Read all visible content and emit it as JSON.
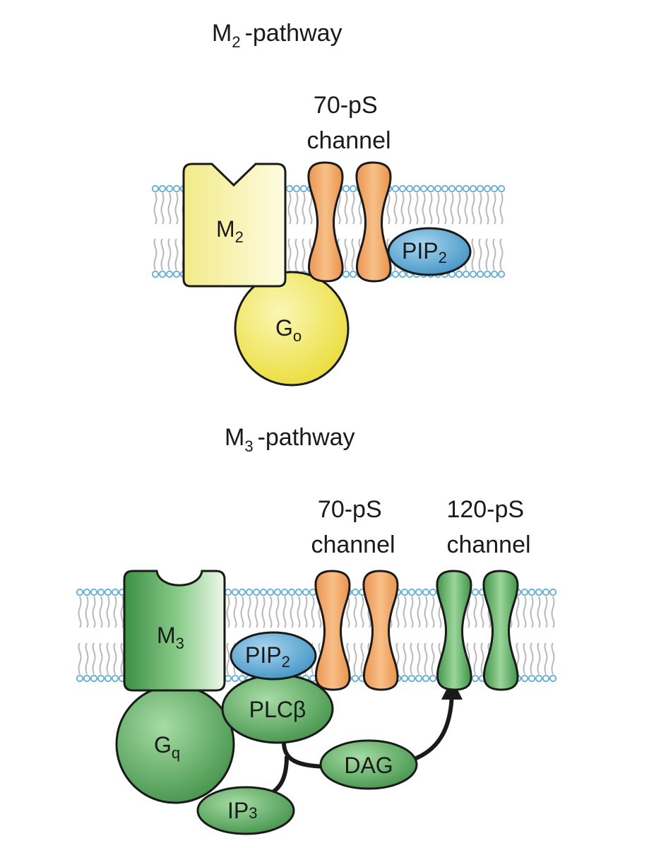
{
  "m2_pathway": {
    "title_main": "M",
    "title_sub": "2",
    "title_rest": "-pathway",
    "channel_line1": "70-pS",
    "channel_line2": "channel",
    "receptor_main": "M",
    "receptor_sub": "2",
    "g_protein_main": "G",
    "g_protein_sub": "o",
    "pip_main": "PIP",
    "pip_sub": "2"
  },
  "m3_pathway": {
    "title_main": "M",
    "title_sub": "3",
    "title_rest": "-pathway",
    "channel70_line1": "70-pS",
    "channel70_line2": "channel",
    "channel120_line1": "120-pS",
    "channel120_line2": "channel",
    "receptor_main": "M",
    "receptor_sub": "3",
    "pip_main": "PIP",
    "pip_sub": "2",
    "plc": "PLCβ",
    "g_protein_main": "G",
    "g_protein_sub": "q",
    "dag": "DAG",
    "ip3_main": "IP",
    "ip3_sub": "3"
  },
  "colors": {
    "membrane_head": "#6fb2d6",
    "membrane_tail": "#b8b8b8",
    "m2_yellow": "#f5f0a0",
    "go_yellow": "#f3ea5a",
    "channel_orange": "#f2a964",
    "pip_blue": "#4fa3cf",
    "green_dark": "#4f9e57",
    "green_light": "#8ccd8c",
    "outline": "#1a1a1a"
  }
}
